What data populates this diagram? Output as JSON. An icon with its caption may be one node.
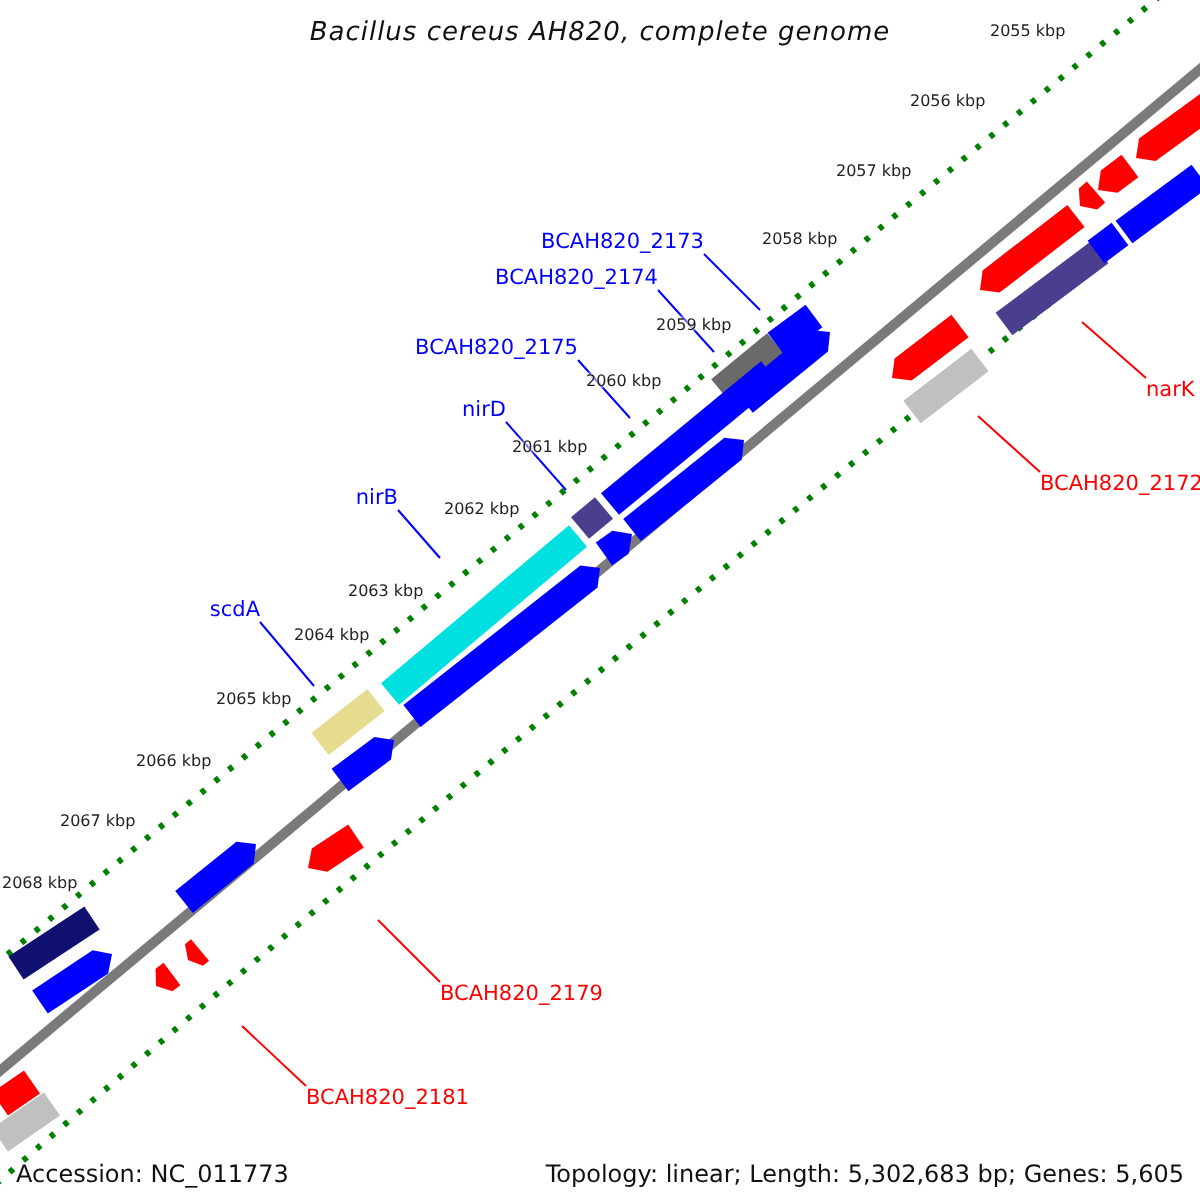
{
  "diagram": {
    "title": "Bacillus cereus AH820, complete genome",
    "nodes": [
      {
        "text": [
          "BCAH820_2173"
        ]
      },
      {
        "text": [
          "BCAH820_2174"
        ]
      },
      {
        "text": [
          "BCAH820_2175"
        ]
      },
      {
        "text": [
          "nirD"
        ]
      },
      {
        "text": [
          "nirB"
        ]
      },
      {
        "text": [
          "scdA"
        ]
      },
      {
        "text": [
          "narK"
        ]
      },
      {
        "text": [
          "BCAH820_2172"
        ]
      },
      {
        "text": [
          "BCAH820_2179"
        ]
      },
      {
        "text": [
          "BCAH820_2181"
        ]
      }
    ],
    "edges": [
      {
        "from": 0,
        "to": null,
        "arrow": "none"
      },
      {
        "from": 1,
        "to": null,
        "arrow": "none"
      },
      {
        "from": 2,
        "to": null,
        "arrow": "none"
      },
      {
        "from": 3,
        "to": null,
        "arrow": "none"
      },
      {
        "from": 4,
        "to": null,
        "arrow": "none"
      },
      {
        "from": 5,
        "to": null,
        "arrow": "none"
      },
      {
        "from": 6,
        "to": null,
        "arrow": "none",
        "color": "#ff0000"
      },
      {
        "from": 7,
        "to": null,
        "arrow": "none",
        "color": "#ff0000"
      },
      {
        "from": 8,
        "to": null,
        "arrow": "none",
        "color": "#ff0000"
      },
      {
        "from": 9,
        "to": null,
        "arrow": "none",
        "color": "#ff0000"
      }
    ],
    "labels": [
      "2055 kbp",
      "2056 kbp",
      "2057 kbp",
      "2058 kbp",
      "2059 kbp",
      "2060 kbp",
      "2061 kbp",
      "2062 kbp",
      "2063 kbp",
      "2064 kbp",
      "2065 kbp",
      "2066 kbp",
      "2067 kbp",
      "2068 kbp",
      "Accession: NC_011773",
      "Topology: linear; Length: 5,302,683 bp; Genes: 5,605"
    ]
  }
}
